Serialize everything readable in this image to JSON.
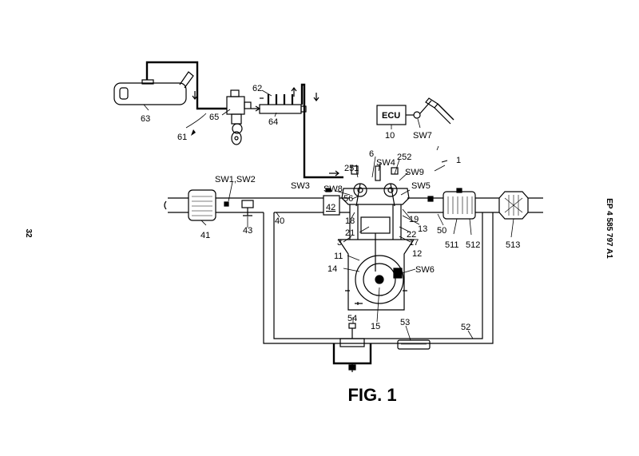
{
  "figure": {
    "page_number": "32",
    "publication": "EP 4 585 797 A1",
    "title": "FIG. 1"
  },
  "labels": {
    "l1": "1",
    "l3": "3",
    "l6": "6",
    "l10": "10",
    "l11": "11",
    "l12": "12",
    "l13": "13",
    "l14": "14",
    "l15": "15",
    "l17": "17",
    "l18": "18",
    "l19": "19",
    "l21": "21",
    "l22": "22",
    "l40": "40",
    "l41": "41",
    "l42": "42",
    "l43": "43",
    "l50": "50",
    "l52": "52",
    "l53": "53",
    "l54": "54",
    "l56": "56",
    "l61": "61",
    "l62": "62",
    "l63": "63",
    "l64": "64",
    "l65": "65",
    "l251": "251",
    "l252": "252",
    "l511": "511",
    "l512": "512",
    "l513": "513",
    "sw1sw2": "SW1,SW2",
    "sw3": "SW3",
    "sw4": "SW4",
    "sw5": "SW5",
    "sw6": "SW6",
    "sw7": "SW7",
    "sw8": "SW8",
    "sw9": "SW9",
    "ecu": "ECU"
  }
}
